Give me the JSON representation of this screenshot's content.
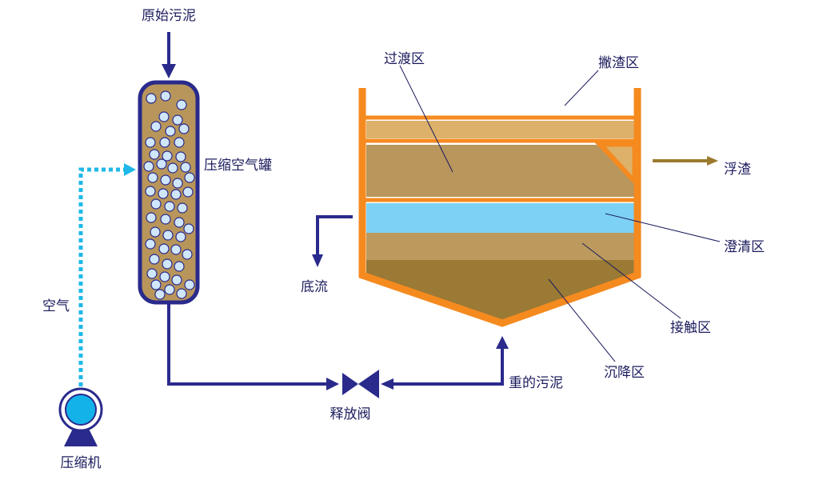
{
  "labels": {
    "raw_sludge": "原始污泥",
    "compressed_air_tank": "压缩空气罐",
    "air": "空气",
    "compressor": "压缩机",
    "release_valve": "释放阀",
    "heavy_sludge": "重的污泥",
    "underflow": "底流",
    "transition_zone": "过渡区",
    "skimming_zone": "撇渣区",
    "scum": "浮渣",
    "clarification_zone": "澄清区",
    "contact_zone": "接触区",
    "settling_zone": "沉降区"
  },
  "colors": {
    "pipe": "#2a2a8c",
    "air_line": "#1fb8e8",
    "tank_frame": "#f58a1f",
    "tank_fill": "#b8955a",
    "bubble": "#cfe6fb",
    "transition_fill": "#b8965c",
    "skim_fill": "#ddb16a",
    "clarification_fill": "#7dd1f3",
    "contact_fill": "#bc9a5e",
    "settling_fill": "#9a7a35",
    "scum_arrow": "#9c7a2e",
    "compressor_body": "#13b3ea",
    "leader_line": "#1b1b5e"
  }
}
